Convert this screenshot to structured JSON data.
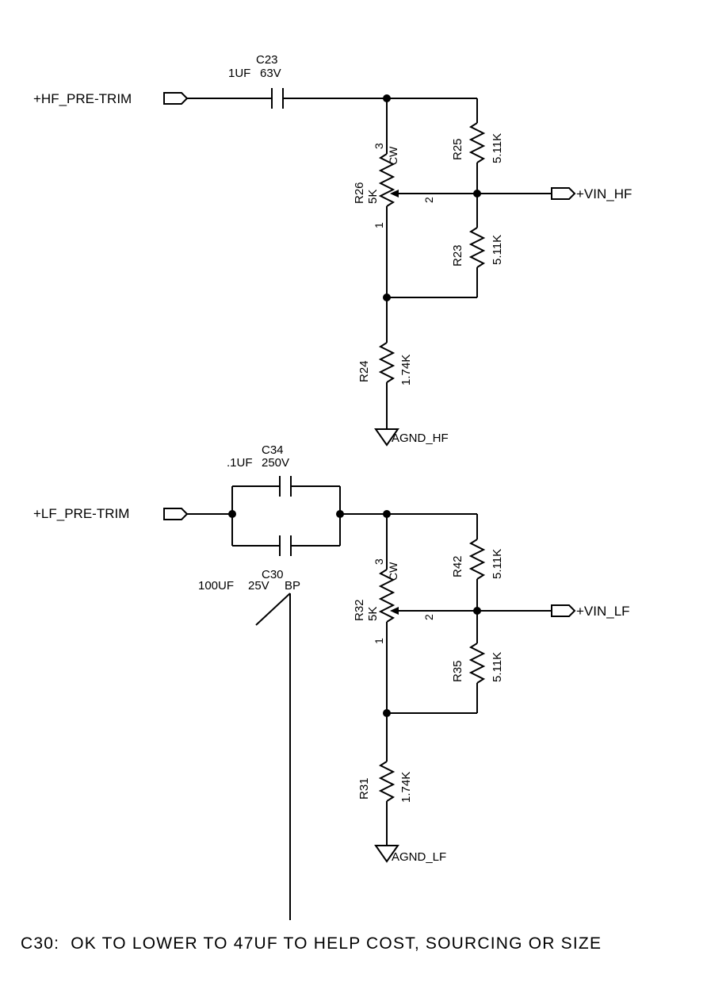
{
  "hf": {
    "input_port": "+HF_PRE-TRIM",
    "output_port": "+VIN_HF",
    "ground": "AGND_HF",
    "c23": {
      "ref": "C23",
      "value": "1UF",
      "voltage": "63V"
    },
    "r25": {
      "ref": "R25",
      "value": "5.11K"
    },
    "r23": {
      "ref": "R23",
      "value": "5.11K"
    },
    "r24": {
      "ref": "R24",
      "value": "1.74K"
    },
    "r26": {
      "ref": "R26",
      "value": "5K",
      "pin_top": "3",
      "pin_wiper": "2",
      "pin_bottom": "1",
      "direction": "CW"
    }
  },
  "lf": {
    "input_port": "+LF_PRE-TRIM",
    "output_port": "+VIN_LF",
    "ground": "AGND_LF",
    "c34": {
      "ref": "C34",
      "value": ".1UF",
      "voltage": "250V"
    },
    "c30": {
      "ref": "C30",
      "value": "100UF",
      "voltage": "25V",
      "type": "BP"
    },
    "r42": {
      "ref": "R42",
      "value": "5.11K"
    },
    "r35": {
      "ref": "R35",
      "value": "5.11K"
    },
    "r31": {
      "ref": "R31",
      "value": "1.74K"
    },
    "r32": {
      "ref": "R32",
      "value": "5K",
      "pin_top": "3",
      "pin_wiper": "2",
      "pin_bottom": "1",
      "direction": "CW"
    }
  },
  "note": "C30:  OK TO LOWER TO 47UF TO HELP COST, SOURCING OR SIZE"
}
